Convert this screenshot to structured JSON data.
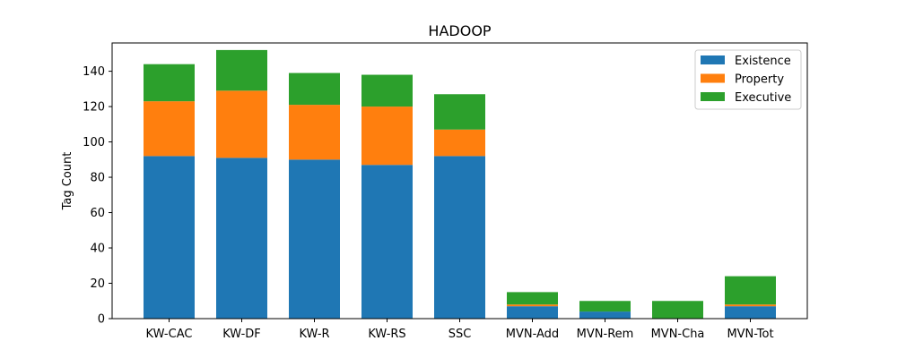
{
  "chart_data": {
    "type": "bar",
    "stacked": true,
    "title": "HADOOP",
    "xlabel": "",
    "ylabel": "Tag Count",
    "ylim": [
      0,
      156
    ],
    "yticks": [
      0,
      20,
      40,
      60,
      80,
      100,
      120,
      140
    ],
    "categories": [
      "KW-CAC",
      "KW-DF",
      "KW-R",
      "KW-RS",
      "SSC",
      "MVN-Add",
      "MVN-Rem",
      "MVN-Cha",
      "MVN-Tot"
    ],
    "series": [
      {
        "name": "Existence",
        "color": "#1f77b4",
        "values": [
          92,
          91,
          90,
          87,
          92,
          7,
          4,
          0,
          7
        ]
      },
      {
        "name": "Property",
        "color": "#ff7f0e",
        "values": [
          31,
          38,
          31,
          33,
          15,
          1,
          0,
          0,
          1
        ]
      },
      {
        "name": "Executive",
        "color": "#2ca02c",
        "values": [
          21,
          23,
          18,
          18,
          20,
          7,
          6,
          10,
          16
        ]
      }
    ],
    "grid": false,
    "legend": "top-right"
  }
}
